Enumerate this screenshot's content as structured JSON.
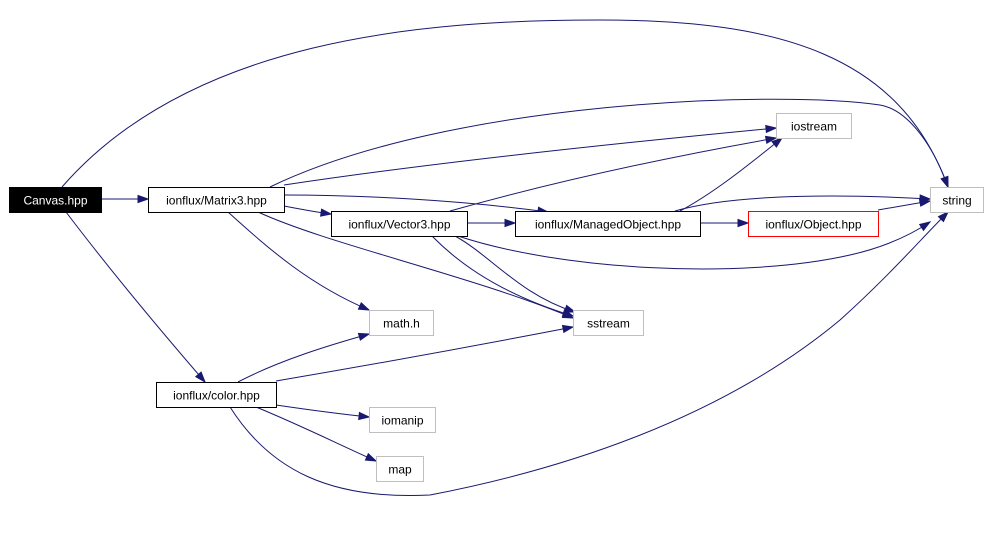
{
  "colors": {
    "edge": "#191970",
    "root_fill": "#000000",
    "root_text": "#ffffff",
    "node_text": "#000000",
    "node_border": "#000000",
    "system_border": "#bfbfbf",
    "truncated_border": "#ff0000"
  },
  "nodes": [
    {
      "id": "canvas",
      "label": "Canvas.hpp",
      "kind": "root"
    },
    {
      "id": "matrix3",
      "label": "ionflux/Matrix3.hpp",
      "kind": "header"
    },
    {
      "id": "vector3",
      "label": "ionflux/Vector3.hpp",
      "kind": "header"
    },
    {
      "id": "managed",
      "label": "ionflux/ManagedObject.hpp",
      "kind": "header"
    },
    {
      "id": "object",
      "label": "ionflux/Object.hpp",
      "kind": "truncated"
    },
    {
      "id": "color",
      "label": "ionflux/color.hpp",
      "kind": "header"
    },
    {
      "id": "iostream",
      "label": "iostream",
      "kind": "system"
    },
    {
      "id": "string",
      "label": "string",
      "kind": "system"
    },
    {
      "id": "sstream",
      "label": "sstream",
      "kind": "system"
    },
    {
      "id": "mathh",
      "label": "math.h",
      "kind": "system"
    },
    {
      "id": "iomanip",
      "label": "iomanip",
      "kind": "system"
    },
    {
      "id": "map",
      "label": "map",
      "kind": "system"
    }
  ],
  "edges": [
    {
      "from": "canvas",
      "to": "matrix3"
    },
    {
      "from": "canvas",
      "to": "string"
    },
    {
      "from": "canvas",
      "to": "color"
    },
    {
      "from": "matrix3",
      "to": "vector3"
    },
    {
      "from": "matrix3",
      "to": "managed"
    },
    {
      "from": "matrix3",
      "to": "iostream"
    },
    {
      "from": "matrix3",
      "to": "string"
    },
    {
      "from": "matrix3",
      "to": "mathh"
    },
    {
      "from": "matrix3",
      "to": "sstream"
    },
    {
      "from": "vector3",
      "to": "managed"
    },
    {
      "from": "vector3",
      "to": "iostream"
    },
    {
      "from": "vector3",
      "to": "string"
    },
    {
      "from": "vector3",
      "to": "sstream"
    },
    {
      "from": "vector3",
      "to": "mathh"
    },
    {
      "from": "managed",
      "to": "object"
    },
    {
      "from": "managed",
      "to": "string"
    },
    {
      "from": "managed",
      "to": "iostream"
    },
    {
      "from": "object",
      "to": "string"
    },
    {
      "from": "color",
      "to": "mathh"
    },
    {
      "from": "color",
      "to": "sstream"
    },
    {
      "from": "color",
      "to": "iomanip"
    },
    {
      "from": "color",
      "to": "map"
    },
    {
      "from": "color",
      "to": "string"
    }
  ]
}
